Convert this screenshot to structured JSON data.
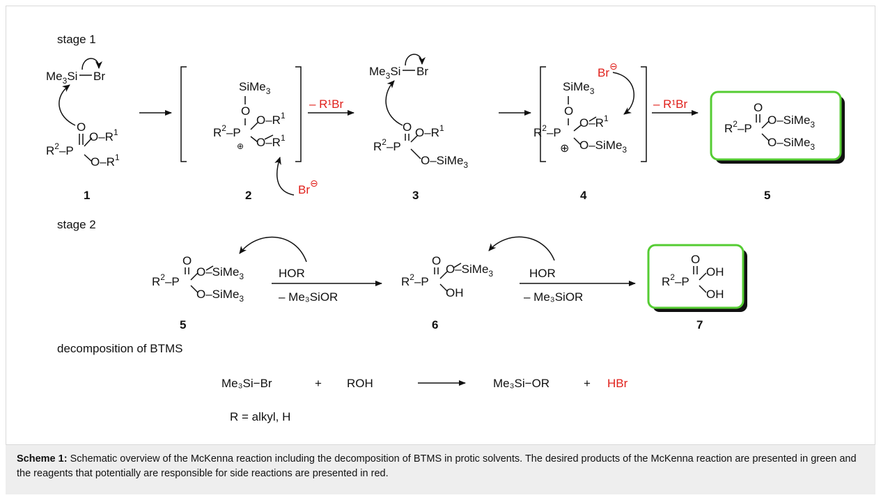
{
  "scheme": {
    "stage1_label": "stage 1",
    "stage2_label": "stage 2",
    "decomposition_label": "decomposition of BTMS",
    "loss_R1Br": "– R¹Br",
    "reagent_HOR": "HOR",
    "byproduct_Me3SiOR": "– Me₃SiOR",
    "compound_numbers": [
      "1",
      "2",
      "3",
      "4",
      "5",
      "5",
      "6",
      "7"
    ],
    "equation": {
      "reactant1": "Me₃Si−Br",
      "plus1": "+",
      "reactant2": "ROH",
      "product1": "Me₃Si−OR",
      "plus2": "+",
      "product2": "HBr",
      "r_definition": "R = alkyl, H"
    },
    "colors": {
      "highlight_red": "#e0201b",
      "product_box_green": "#55cc33",
      "line": "#111111"
    }
  },
  "caption": {
    "label": "Scheme 1:",
    "text": "Schematic overview of the McKenna reaction including the decomposition of BTMS in protic solvents. The desired products of the McKenna reaction are presented in green and the reagents that potentially are responsible for side reactions are presented in red."
  }
}
